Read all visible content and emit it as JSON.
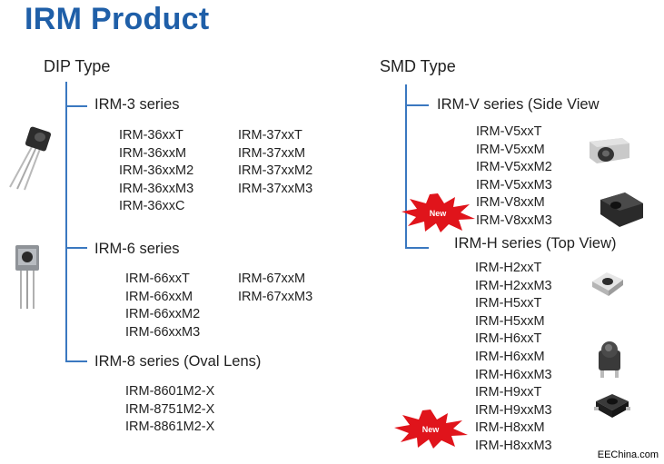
{
  "title": "IRM Product",
  "dip": {
    "heading": "DIP Type",
    "series": [
      {
        "label": "IRM-3 series",
        "col1": [
          "IRM-36xxT",
          "IRM-36xxM",
          "IRM-36xxM2",
          "IRM-36xxM3",
          "IRM-36xxC"
        ],
        "col2": [
          "IRM-37xxT",
          "IRM-37xxM",
          "IRM-37xxM2",
          "IRM-37xxM3"
        ]
      },
      {
        "label": "IRM-6 series",
        "col1": [
          "IRM-66xxT",
          "IRM-66xxM",
          "IRM-66xxM2",
          "IRM-66xxM3"
        ],
        "col2": [
          "IRM-67xxM",
          "IRM-67xxM3"
        ]
      },
      {
        "label": "IRM-8 series (Oval Lens)",
        "col1": [
          "IRM-8601M2-X",
          "IRM-8751M2-X",
          "IRM-8861M2-X"
        ]
      }
    ]
  },
  "smd": {
    "heading": "SMD Type",
    "series": [
      {
        "label": "IRM-V series (Side View",
        "items": [
          "IRM-V5xxT",
          "IRM-V5xxM",
          "IRM-V5xxM2",
          "IRM-V5xxM3",
          "IRM-V8xxM",
          "IRM-V8xxM3"
        ]
      },
      {
        "label": "IRM-H series (Top View)",
        "items": [
          "IRM-H2xxT",
          "IRM-H2xxM3",
          "IRM-H5xxT",
          "IRM-H5xxM",
          "IRM-H6xxT",
          "IRM-H6xxM",
          "IRM-H6xxM3",
          "IRM-H9xxT",
          "IRM-H9xxM3",
          "IRM-H8xxM",
          "IRM-H8xxM3"
        ]
      }
    ]
  },
  "badges": [
    "New",
    "New"
  ],
  "watermark": "EEChina.com",
  "colors": {
    "title": "#1f5fa8",
    "tree_line": "#3a78c0",
    "badge": "#e0141b"
  }
}
